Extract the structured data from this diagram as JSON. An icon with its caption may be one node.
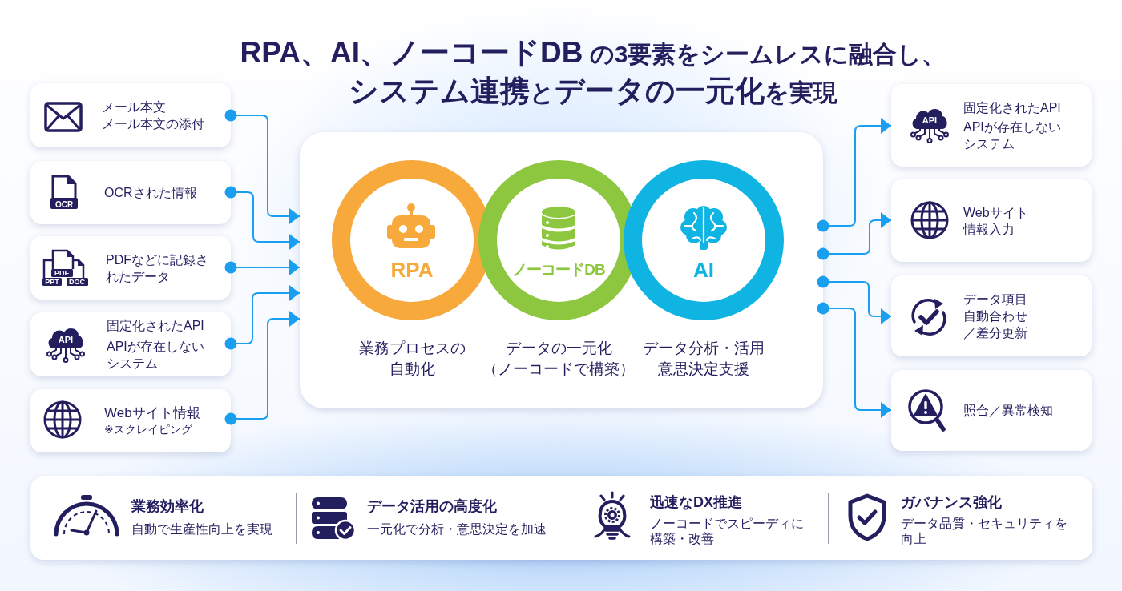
{
  "diagram": {
    "title": "**RPA、AI、ノーコードDB** の3要素をシームレスに融合し、**システム連携**と**データの一元化**を実現",
    "nodes": [
      {
        "text": [
          "メール本文",
          "メール本文の添付"
        ]
      },
      {
        "text": [
          "OCRされた情報"
        ]
      },
      {
        "text": [
          "PDFなどに記録されたデータ"
        ]
      },
      {
        "text": [
          "固定化されたAPI",
          "APIが存在しないシステム"
        ]
      },
      {
        "text": [
          "Webサイト情報",
          "※スクレイピング"
        ]
      },
      {
        "text": [],
        "shape": "box"
      },
      {
        "text": [
          "RPA"
        ],
        "in": 5,
        "beside": [
          "業務プロセスの自動化"
        ]
      },
      {
        "text": [
          "ノーコードDB"
        ],
        "in": 5,
        "beside": [
          "データの一元化（ノーコードで構築）"
        ]
      },
      {
        "text": [
          "AI"
        ],
        "in": 5,
        "beside": [
          "データ分析・活用意思決定支援"
        ]
      },
      {
        "text": [
          "固定化されたAPI",
          "APIが存在しないシステム"
        ]
      },
      {
        "text": [
          "Webサイト情報入力"
        ]
      },
      {
        "text": [
          "データ項目自動合わせ／差分更新"
        ]
      },
      {
        "text": [
          "照合／異常検知"
        ]
      },
      {
        "text": [
          "業務効率化",
          "自動で生産性向上を実現",
          "データ活用の高度化",
          "一元化で分析・意思決定を加速",
          "迅速なDX推進",
          "ノーコードでスピーディに構築・改善",
          "ガバナンス強化",
          "データ品質・セキュリティを向上"
        ]
      }
    ],
    "edges": [
      {
        "from": 0,
        "to": 5,
        "arrow": "to"
      },
      {
        "from": 1,
        "to": 5,
        "arrow": "to"
      },
      {
        "from": 2,
        "to": 5,
        "arrow": "to"
      },
      {
        "from": 3,
        "to": 5,
        "arrow": "to"
      },
      {
        "from": 4,
        "to": 5,
        "arrow": "to"
      },
      {
        "from": 5,
        "to": 9,
        "arrow": "to"
      },
      {
        "from": 5,
        "to": 10,
        "arrow": "to"
      },
      {
        "from": 5,
        "to": 11,
        "arrow": "to"
      },
      {
        "from": 5,
        "to": 12,
        "arrow": "to"
      }
    ],
    "labels": [
      "OCR",
      "PDF",
      "PPT",
      "DOC",
      "API",
      "API"
    ]
  }
}
